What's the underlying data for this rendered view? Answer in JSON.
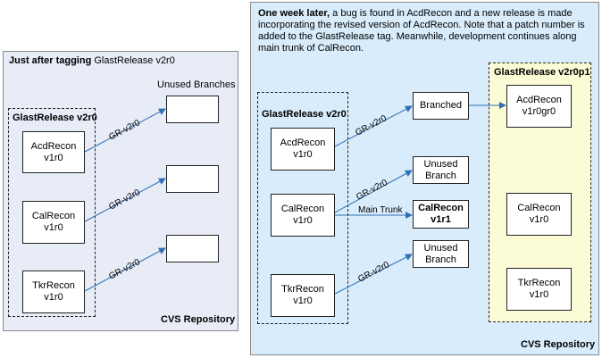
{
  "left": {
    "header_bold": "Just after tagging",
    "header_rest": " GlastRelease v2r0",
    "unused_title": "Unused Branches",
    "group_title": "GlastRelease v2r0",
    "repo_label": "CVS Repository",
    "packages": [
      "AcdRecon\nv1r0",
      "CalRecon\nv1r0",
      "TkrRecon\nv1r0"
    ],
    "edge_labels": [
      "GR-v2r0",
      "GR-v2r0",
      "GR-v2r0"
    ]
  },
  "right": {
    "note_bold": "One week later,",
    "note_rest": " a bug is found in AcdRecon and a new release is made incorporating the revised version of AcdRecon.  Note that a patch number is added to the GlastRelease tag.  Meanwhile, development continues along main trunk of CalRecon.",
    "group_title": "GlastRelease v2r0",
    "packages": [
      "AcdRecon\nv1r0",
      "CalRecon\nv1r0",
      "TkrRecon\nv1r0"
    ],
    "branched": "Branched",
    "unused_branch_1": "Unused\nBranch",
    "calrecon_v1r1": "CalRecon\nv1r1",
    "unused_branch_2": "Unused\nBranch",
    "edge_labels": [
      "GR-v2r0",
      "GR-v2r0",
      "Main Trunk",
      "GR-v2r0"
    ],
    "patch_title": "GlastRelease v2r0p1",
    "patch_packages": [
      "AcdRecon\nv1r0gr0",
      "CalRecon\nv1r0",
      "TkrRecon\nv1r0"
    ],
    "repo_label": "CVS Repository"
  },
  "colors": {
    "arrow": "#2f6fb3",
    "left_panel": "#e8ecf6",
    "right_panel": "#d8ecfb",
    "patch_group": "#fbfbd6"
  }
}
